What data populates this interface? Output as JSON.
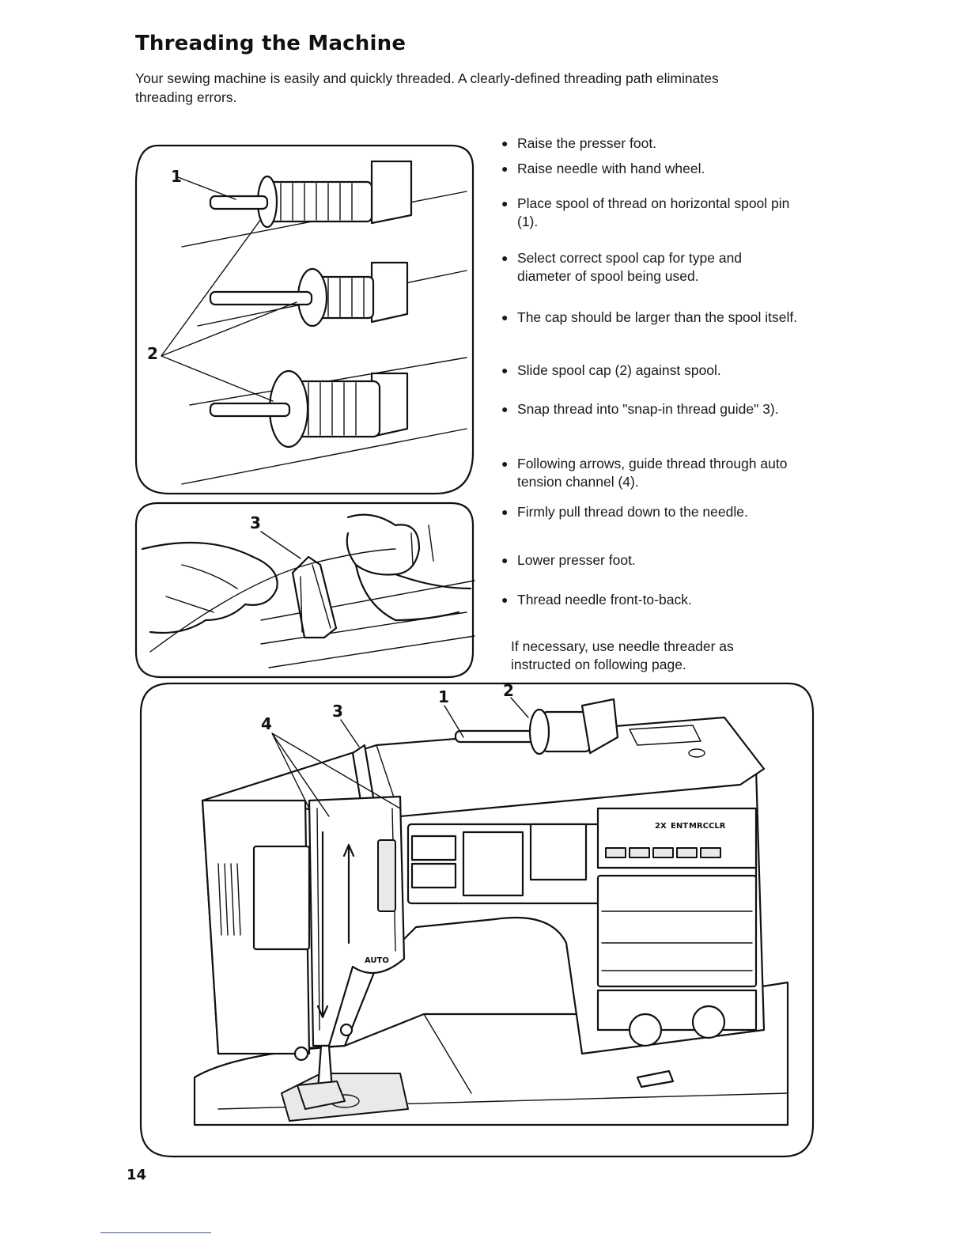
{
  "page": {
    "title": "Threading the Machine",
    "intro": "Your sewing machine is easily and quickly threaded. A clearly-defined threading path eliminates threading errors.",
    "page_number": "14"
  },
  "steps": [
    "Raise the presser foot.",
    "Raise needle with hand wheel.",
    "Place spool of thread on horizontal spool pin (1).",
    "Select correct spool cap for type and diameter of spool being used.",
    "The cap should be larger than the spool itself.",
    "Slide spool cap (2) against spool.",
    "Snap thread into \"snap-in thread guide\" 3).",
    "Following arrows, guide thread through auto tension channel (4).",
    "Firmly pull thread down to the needle.",
    "Lower presser foot.",
    "Thread needle front-to-back."
  ],
  "note": "If necessary, use needle threader as instructed on following page.",
  "bullet_glyph": "●",
  "figures": {
    "spool_caps": {
      "labels": [
        "1",
        "2"
      ]
    },
    "thread_guide": {
      "labels": [
        "3"
      ]
    },
    "machine": {
      "labels": [
        "1",
        "2",
        "3",
        "4"
      ],
      "panel_labels": [
        "2X",
        "ENT",
        "MRC",
        "CLR",
        "AUTO"
      ]
    }
  },
  "colors": {
    "ink": "#111111",
    "paper": "#ffffff",
    "footer_rule": "#3a55a8"
  }
}
